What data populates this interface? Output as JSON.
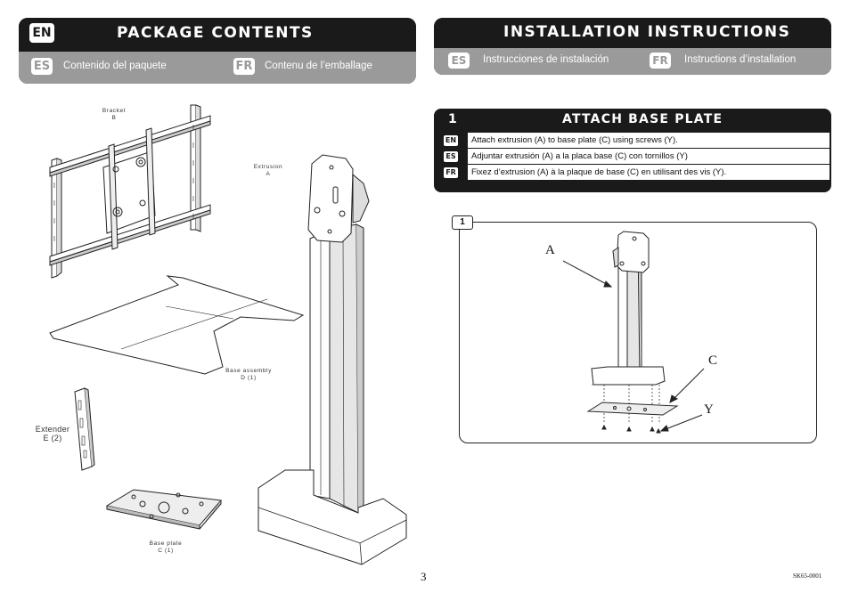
{
  "package_header": {
    "badge_en": "EN",
    "title": "PACKAGE CONTENTS",
    "badge_es": "ES",
    "es_text": "Contenido del paquete",
    "badge_fr": "FR",
    "fr_text": "Contenu de l’emballage"
  },
  "install_header": {
    "title": "INSTALLATION INSTRUCTIONS",
    "badge_es": "ES",
    "es_text": "Instrucciones de instalación",
    "badge_fr": "FR",
    "fr_text": "Instructions d’installation"
  },
  "parts": {
    "bracket": {
      "name": "Bracket",
      "letter": "B"
    },
    "extrusion": {
      "name": "Extrusion",
      "letter": "A"
    },
    "base_assembly": {
      "name": "Base assembly",
      "letter": "D (1)"
    },
    "extender": {
      "name": "Extender",
      "letter": "E (2)"
    },
    "base_plate": {
      "name": "Base plate",
      "letter": "C (1)"
    }
  },
  "step": {
    "number": "1",
    "title": "ATTACH BASE PLATE",
    "rows": [
      {
        "lang": "EN",
        "text": "Attach extrusion (A) to base plate (C) using screws (Y)."
      },
      {
        "lang": "ES",
        "text": "Adjuntar extrusión (A) a la placa base (C) con tornillos (Y)"
      },
      {
        "lang": "FR",
        "text": "Fixez d’extrusion (A) à la plaque de base (C) en utilisant des vis (Y)."
      }
    ]
  },
  "figure": {
    "tag": "1",
    "callout_a": "A",
    "callout_c": "C",
    "callout_y": "Y"
  },
  "footer": {
    "page_number": "3",
    "doc_code": "SK65-0001"
  }
}
